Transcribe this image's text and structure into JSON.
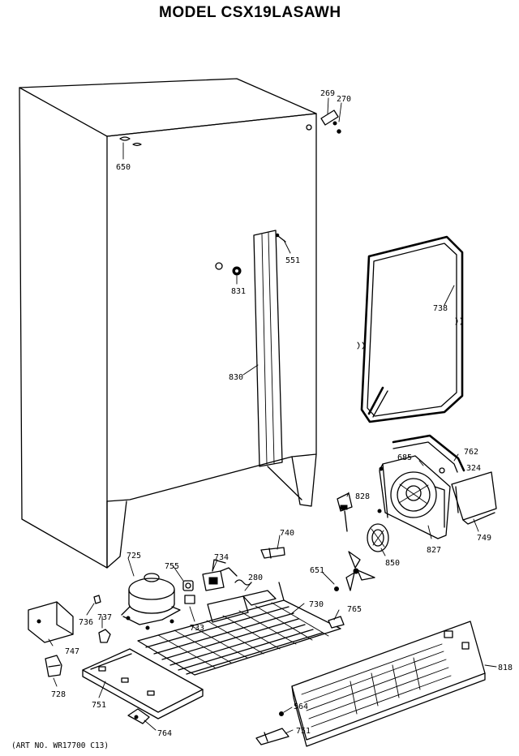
{
  "title": "MODEL CSX19LASAWH",
  "art_number": "(ART NO. WR17700 C13)",
  "callouts": {
    "p269": "269",
    "p270": "270",
    "p650": "650",
    "p551": "551",
    "p831": "831",
    "p830": "830",
    "p738": "738",
    "p762": "762",
    "p685": "685",
    "p324": "324",
    "p828": "828",
    "p827": "827",
    "p749": "749",
    "p740": "740",
    "p850": "850",
    "p651": "651",
    "p725": "725",
    "p755": "755",
    "p734": "734",
    "p280": "280",
    "p730": "730",
    "p765": "765",
    "p736": "736",
    "p737": "737",
    "p733": "733",
    "p747": "747",
    "p728": "728",
    "p751a": "751",
    "p564": "564",
    "p764": "764",
    "p751b": "751",
    "p818": "818"
  }
}
